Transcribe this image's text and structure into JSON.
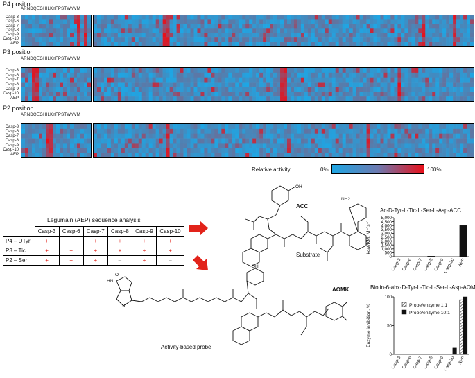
{
  "heatmap": {
    "panels": [
      {
        "title": "P4 position"
      },
      {
        "title": "P3 position"
      },
      {
        "title": "P2 position"
      }
    ],
    "row_labels": [
      "Casp-3",
      "Casp-6",
      "Casp-7",
      "Casp-8",
      "Casp-9",
      "Casp-10",
      "AEP"
    ],
    "amino_acids": "ARNDQEGHILKnFPSTWYVM",
    "scale": {
      "label": "Relative activity",
      "min_label": "0%",
      "max_label": "100%",
      "low_color": "#1ea6e4",
      "high_color": "#e8101a"
    }
  },
  "table": {
    "title": "Legumain (AEP) sequence analysis",
    "columns": [
      "Casp-3",
      "Casp-6",
      "Casp-7",
      "Casp-8",
      "Casp-9",
      "Casp-10"
    ],
    "rows": [
      {
        "label": "P4 – DTyr",
        "values": [
          "+",
          "+",
          "+",
          "+",
          "+",
          "+"
        ]
      },
      {
        "label": "P3 – Tic",
        "values": [
          "+",
          "+",
          "+",
          "+",
          "+",
          "+"
        ]
      },
      {
        "label": "P2 – Ser",
        "values": [
          "+",
          "+",
          "+",
          "–",
          "+",
          "–"
        ]
      }
    ]
  },
  "chemistry": {
    "substrate_label": "Substrate",
    "substrate_group": "ACC",
    "probe_label": "Activity-based probe",
    "probe_group": "AOMK",
    "atoms": {
      "oh": "OH",
      "nh2": "NH2",
      "o": "O",
      "n": "N",
      "h": "H",
      "s": "S",
      "hn": "HN",
      "nh": "NH"
    }
  },
  "chart_data": [
    {
      "type": "bar",
      "title": "Ac-D-Tyr-L-Tic-L-Ser-L-Asp-ACC",
      "ylabel": "kcat/KM, M⁻¹s⁻¹",
      "categories": [
        "Casp-3",
        "Casp-6",
        "Casp-7",
        "Casp-8",
        "Casp-9",
        "Casp-10",
        "AEP"
      ],
      "values": [
        0,
        0,
        0,
        60,
        0,
        0,
        4000
      ],
      "ylim": [
        0,
        5000
      ],
      "yticks": [
        "0",
        "500",
        "1,000",
        "1,500",
        "2,000",
        "2,500",
        "3,000",
        "3,500",
        "4,000",
        "4,500",
        "5,000"
      ]
    },
    {
      "type": "bar",
      "title": "Biotin-6-ahx-D-Tyr-L-Tic-L-Ser-L-Asp-AOMK",
      "ylabel": "Enzyme inhibition, %",
      "categories": [
        "Casp-3",
        "Casp-6",
        "Casp-7",
        "Casp-8",
        "Casp-9",
        "Casp-10",
        "AEP"
      ],
      "series": [
        {
          "name": "Probe/enzyme 1:1",
          "values": [
            0,
            0,
            0,
            0,
            0,
            0,
            95
          ]
        },
        {
          "name": "Probe/enzyme 10:1",
          "values": [
            0,
            0,
            0,
            0,
            0,
            11,
            100
          ]
        }
      ],
      "ylim": [
        0,
        100
      ],
      "yticks": [
        "0",
        "50",
        "100"
      ]
    }
  ]
}
